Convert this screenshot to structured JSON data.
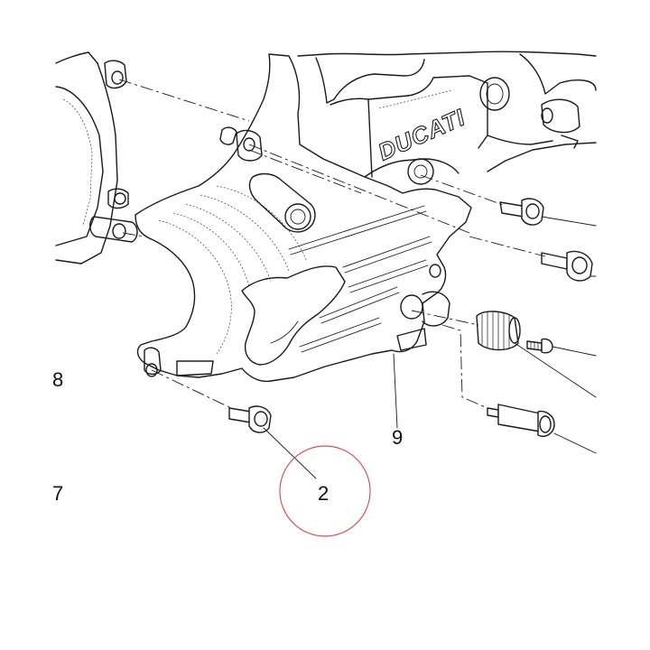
{
  "diagram": {
    "brand_text": "DUCATI",
    "callouts": [
      {
        "id": "8",
        "label": "8"
      },
      {
        "id": "7",
        "label": "7"
      },
      {
        "id": "9",
        "label": "9"
      },
      {
        "id": "2",
        "label": "2"
      }
    ],
    "highlight_color": "#d9535f",
    "line_color": "#1a1a1a"
  }
}
